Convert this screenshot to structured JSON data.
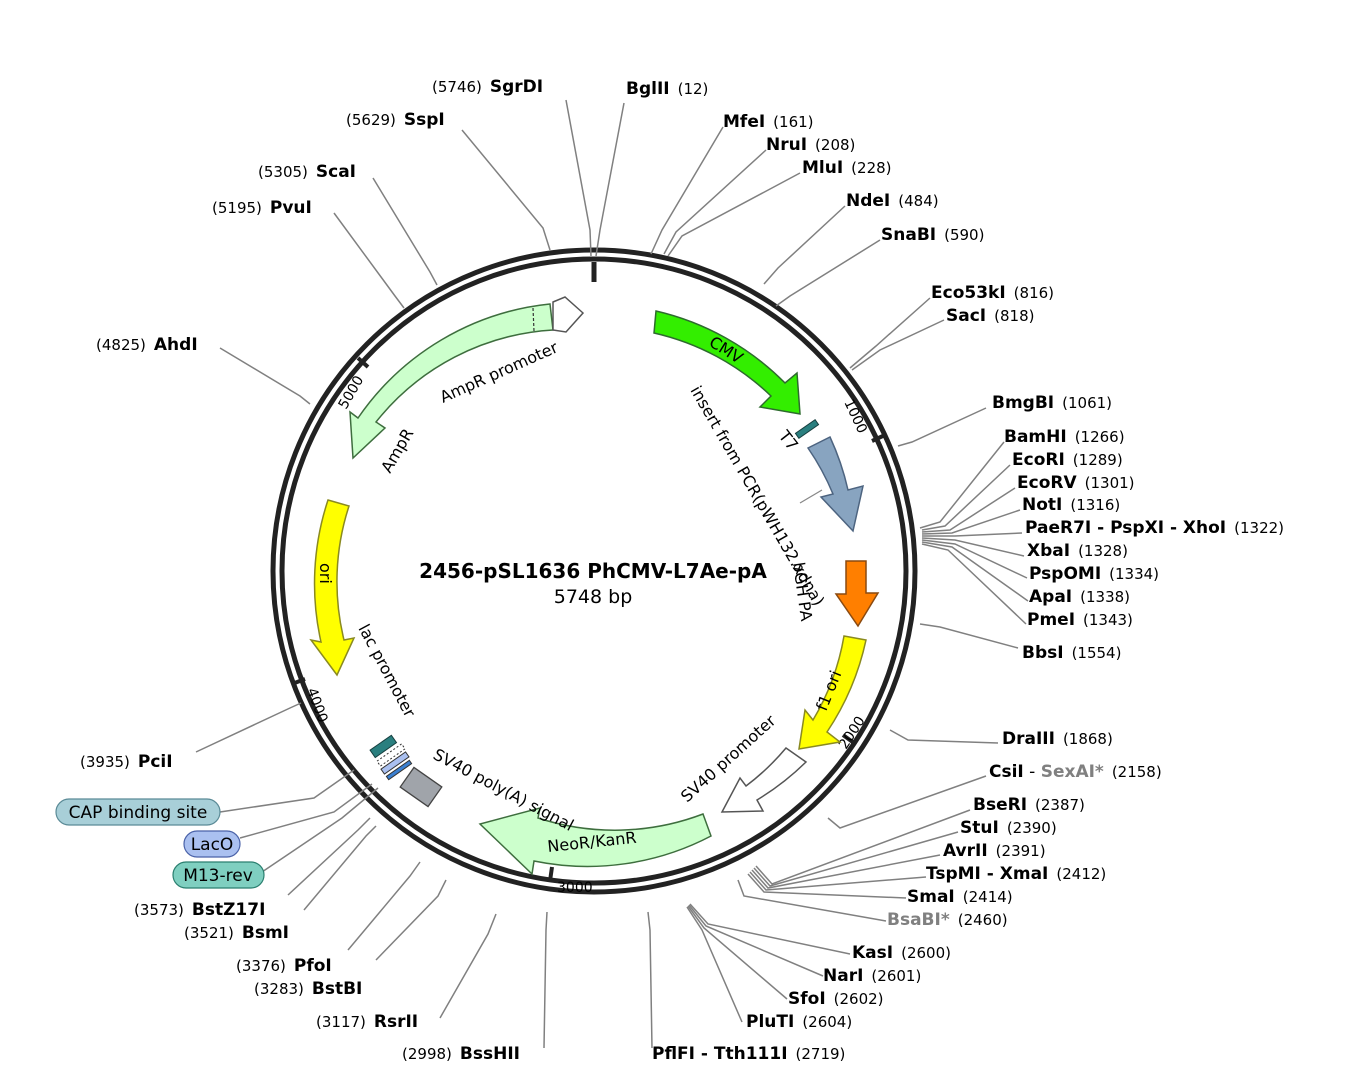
{
  "plasmid": {
    "name": "2456-pSL1636 PhCMV-L7Ae-pA",
    "length_label": "5748 bp"
  },
  "ticks": [
    "1000",
    "2000",
    "3000",
    "4000",
    "5000"
  ],
  "features": [
    {
      "label": "CMV",
      "color": "#33ee00"
    },
    {
      "label": "T7",
      "color": "#2a7f7f"
    },
    {
      "label": "insert from PCR(pWH132.xdna)",
      "color": "#88a4c0"
    },
    {
      "label": "bGH PA",
      "color": "#ff7f00"
    },
    {
      "label": "f1 ori",
      "color": "#ffff00"
    },
    {
      "label": "SV40 promoter",
      "color": "#ffffff"
    },
    {
      "label": "NeoR/KanR",
      "color": "#ccffcc"
    },
    {
      "label": "SV40 poly(A) signal",
      "color": "#a0a4aa"
    },
    {
      "label": "lac promoter",
      "color": "#ffffff"
    },
    {
      "label": "ori",
      "color": "#ffff00"
    },
    {
      "label": "AmpR",
      "color": "#ccffcc"
    },
    {
      "label": "AmpR promoter",
      "color": "#ccffcc"
    }
  ],
  "tags": [
    {
      "label": "CAP binding site",
      "color": "#a8cfd8"
    },
    {
      "label": "LacO",
      "color": "#aac0f0"
    },
    {
      "label": "M13-rev",
      "color": "#7fcfc0"
    }
  ],
  "sites": [
    {
      "name": "SgrDI",
      "pos": "(5746)"
    },
    {
      "name": "BglII",
      "pos": "(12)"
    },
    {
      "name": "SspI",
      "pos": "(5629)"
    },
    {
      "name": "MfeI",
      "pos": "(161)"
    },
    {
      "name": "NruI",
      "pos": "(208)"
    },
    {
      "name": "MluI",
      "pos": "(228)"
    },
    {
      "name": "ScaI",
      "pos": "(5305)"
    },
    {
      "name": "PvuI",
      "pos": "(5195)"
    },
    {
      "name": "NdeI",
      "pos": "(484)"
    },
    {
      "name": "SnaBI",
      "pos": "(590)"
    },
    {
      "name": "Eco53kI",
      "pos": "(816)"
    },
    {
      "name": "SacI",
      "pos": "(818)"
    },
    {
      "name": "AhdI",
      "pos": "(4825)"
    },
    {
      "name": "BmgBI",
      "pos": "(1061)"
    },
    {
      "name": "BamHI",
      "pos": "(1266)"
    },
    {
      "name": "EcoRI",
      "pos": "(1289)"
    },
    {
      "name": "EcoRV",
      "pos": "(1301)"
    },
    {
      "name": "NotI",
      "pos": "(1316)"
    },
    {
      "name": "PaeR7I - PspXI - XhoI",
      "pos": "(1322)"
    },
    {
      "name": "XbaI",
      "pos": "(1328)"
    },
    {
      "name": "PspOMI",
      "pos": "(1334)"
    },
    {
      "name": "ApaI",
      "pos": "(1338)"
    },
    {
      "name": "PmeI",
      "pos": "(1343)"
    },
    {
      "name": "BbsI",
      "pos": "(1554)"
    },
    {
      "name": "DraIII",
      "pos": "(1868)"
    },
    {
      "name": "CsiI",
      "name2": "SexAI*",
      "sep": " - ",
      "pos": "(2158)"
    },
    {
      "name": "BseRI",
      "pos": "(2387)"
    },
    {
      "name": "StuI",
      "pos": "(2390)"
    },
    {
      "name": "AvrII",
      "pos": "(2391)"
    },
    {
      "name": "TspMI - XmaI",
      "pos": "(2412)"
    },
    {
      "name": "SmaI",
      "pos": "(2414)"
    },
    {
      "name": "BsaBI*",
      "pos": "(2460)"
    },
    {
      "name": "KasI",
      "pos": "(2600)"
    },
    {
      "name": "NarI",
      "pos": "(2601)"
    },
    {
      "name": "SfoI",
      "pos": "(2602)"
    },
    {
      "name": "PluTI",
      "pos": "(2604)"
    },
    {
      "name": "PflFI - Tth111I",
      "pos": "(2719)"
    },
    {
      "name": "BssHII",
      "pos": "(2998)"
    },
    {
      "name": "RsrII",
      "pos": "(3117)"
    },
    {
      "name": "BstBI",
      "pos": "(3283)"
    },
    {
      "name": "PfoI",
      "pos": "(3376)"
    },
    {
      "name": "BsmI",
      "pos": "(3521)"
    },
    {
      "name": "BstZ17I",
      "pos": "(3573)"
    },
    {
      "name": "PciI",
      "pos": "(3935)"
    }
  ]
}
